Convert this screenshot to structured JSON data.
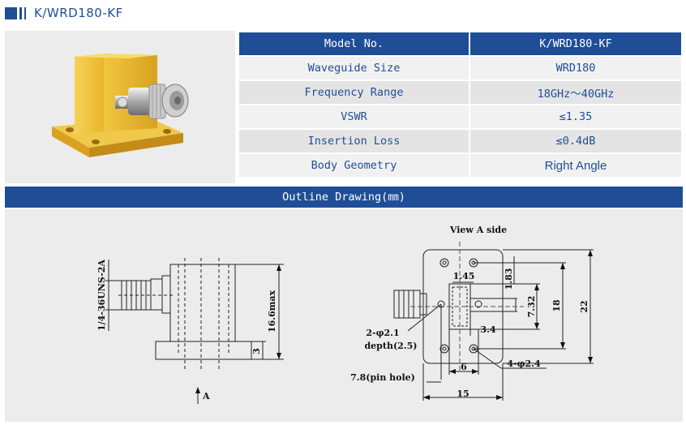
{
  "header": {
    "title": "K/WRD180-KF"
  },
  "spec_table": {
    "rows": [
      {
        "label": "Model No.",
        "value": "K/WRD180-KF"
      },
      {
        "label": "Waveguide Size",
        "value": "WRD180"
      },
      {
        "label": "Frequency Range",
        "value": "18GHz～40GHz"
      },
      {
        "label": "VSWR",
        "value": "≤1.35"
      },
      {
        "label": "Insertion Loss",
        "value": "≤0.4dB"
      },
      {
        "label": "Body Geometry",
        "value": "Right Angle"
      }
    ]
  },
  "outline": {
    "title": "Outline Drawing(㎜)"
  },
  "drawing": {
    "view_title": "View A side",
    "thread": "1/4-36UNS-2A",
    "height_max": "16.6max",
    "flange": "3",
    "view_arrow": "A",
    "d_145": "1.45",
    "d_183": "1.83",
    "d_732": "7.32",
    "d_18": "18",
    "d_22": "22",
    "d_34": "3.4",
    "d_6": "6",
    "d_15": "15",
    "hole_small": "2-φ2.1",
    "hole_depth": "depth(2.5)",
    "pin_hole": "7.8(pin hole)",
    "hole_big": "4-φ2.4"
  },
  "colors": {
    "brand_blue": "#1f4e96",
    "gold": "#e6b32e",
    "panel_gray": "#ececec"
  }
}
